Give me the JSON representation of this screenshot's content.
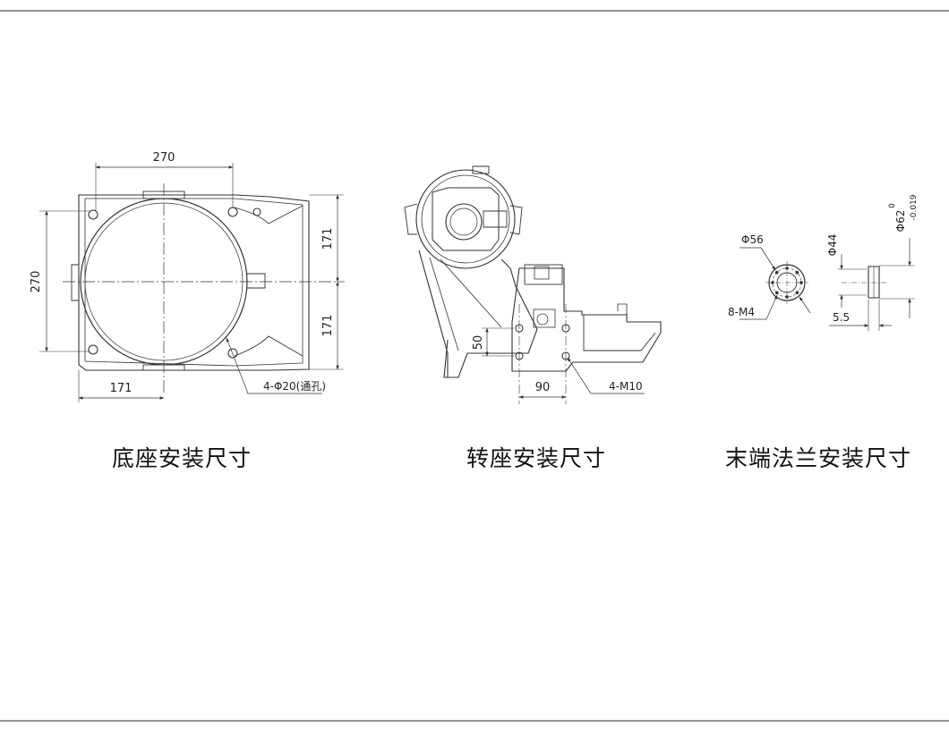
{
  "captions": {
    "base": "底座安装尺寸",
    "turret": "转座安装尺寸",
    "flange": "末端法兰安装尺寸"
  },
  "base_view": {
    "dim_top_width": "270",
    "dim_left_height": "270",
    "dim_right_upper": "171",
    "dim_right_lower": "171",
    "dim_bottom_offset": "171",
    "hole_callout": "4-Φ20(通孔)"
  },
  "turret_view": {
    "dim_vertical": "50",
    "dim_horizontal": "90",
    "thread_callout": "4-M10"
  },
  "flange_view": {
    "dia_pitch": "Φ56",
    "dia_spigot": "Φ44",
    "dia_outer": "Φ62",
    "tol_upper": "0",
    "tol_lower": "-0.019",
    "thread_callout": "8-M4",
    "depth": "5.5"
  },
  "colors": {
    "line": "#333333",
    "frame": "#555555",
    "background": "#ffffff"
  }
}
